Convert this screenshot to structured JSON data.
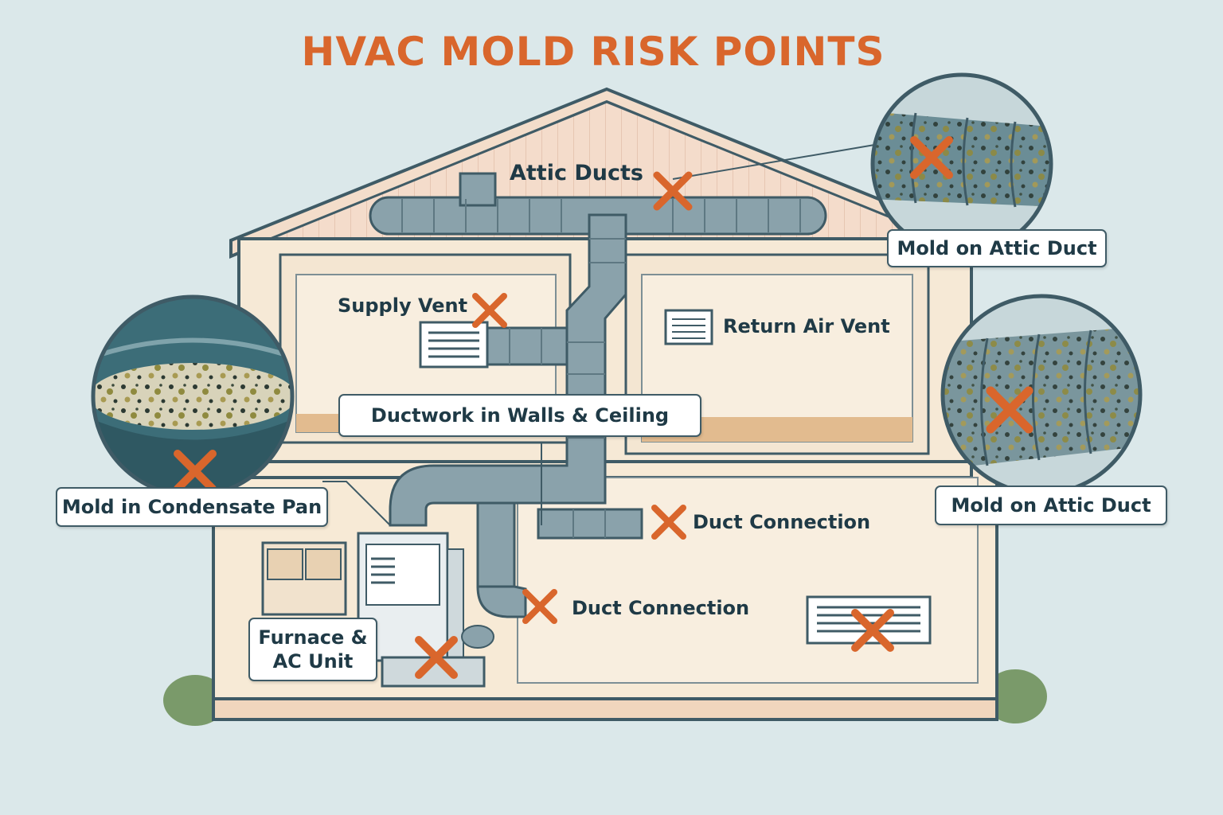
{
  "title": "HVAC MOLD RISK POINTS",
  "colors": {
    "accent": "#d9662c",
    "background": "#dbe8ea",
    "wall": "#f6e9d6",
    "outline": "#3f5b66",
    "duct": "#8aa2ab"
  },
  "labels": {
    "attic_ducts": "Attic Ducts",
    "supply_vent": "Supply Vent",
    "return_air_vent": "Return Air Vent",
    "ductwork": "Ductwork in Walls & Ceiling",
    "duct_connection_1": "Duct Connection",
    "duct_connection_2": "Duct Connection",
    "furnace_line1": "Furnace &",
    "furnace_line2": "AC Unit"
  },
  "callouts": {
    "condensate_pan": "Mold in Condensate Pan",
    "attic_duct_1": "Mold on Attic Duct",
    "attic_duct_2": "Mold on Attic Duct"
  },
  "markers": [
    "attic-ducts",
    "supply-vent",
    "duct-connection-upper",
    "duct-connection-lower",
    "furnace-base",
    "floor-vent",
    "condensate-pan-inset",
    "attic-duct-inset-1",
    "attic-duct-inset-2"
  ],
  "icons": {
    "risk_marker": "x-mark-icon",
    "vent": "vent-grille-icon"
  }
}
